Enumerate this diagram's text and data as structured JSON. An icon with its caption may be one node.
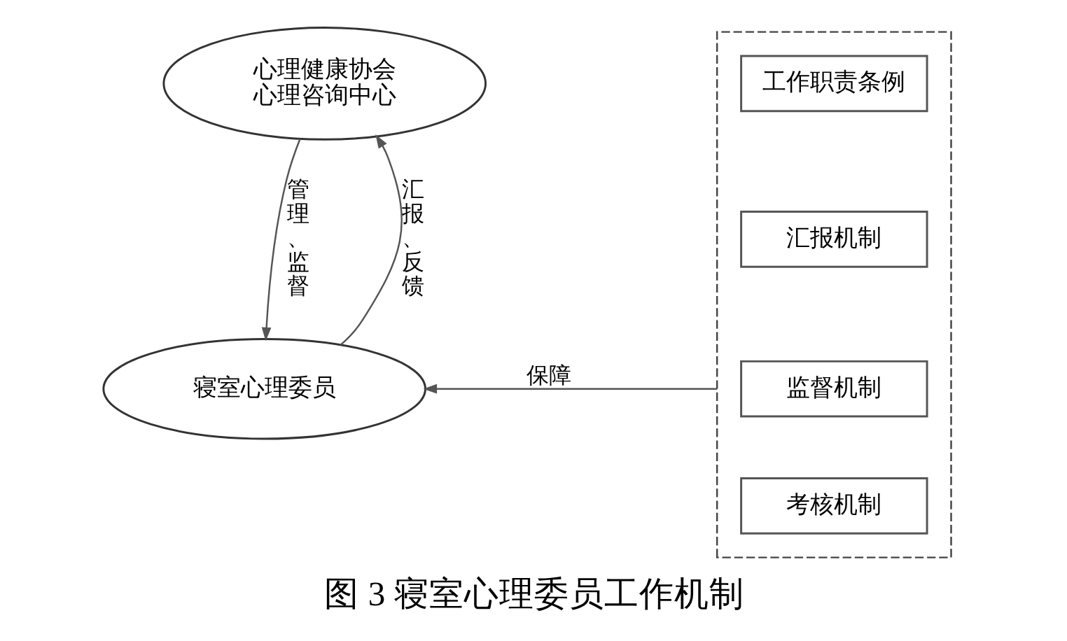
{
  "diagram": {
    "caption": "图 3 寝室心理委员工作机制",
    "nodes": [
      {
        "text": [
          "心理健康协会",
          "心理咨询中心"
        ]
      },
      {
        "text": [
          "寝室心理委员"
        ]
      },
      {
        "text": [],
        "shape": "box"
      },
      {
        "text": [
          "工作职责条例"
        ],
        "in": 2
      },
      {
        "text": [
          "汇报机制"
        ],
        "in": 2
      },
      {
        "text": [
          "监督机制"
        ],
        "in": 2
      },
      {
        "text": [
          "考核机制"
        ],
        "in": 2
      }
    ],
    "edges": [
      {
        "from": 0,
        "to": 1,
        "arrow": "to",
        "label": "管理、监督"
      },
      {
        "from": 1,
        "to": 0,
        "arrow": "to",
        "label": "汇报、反馈"
      },
      {
        "from": 2,
        "to": 1,
        "arrow": "to",
        "label": "保障"
      }
    ]
  }
}
